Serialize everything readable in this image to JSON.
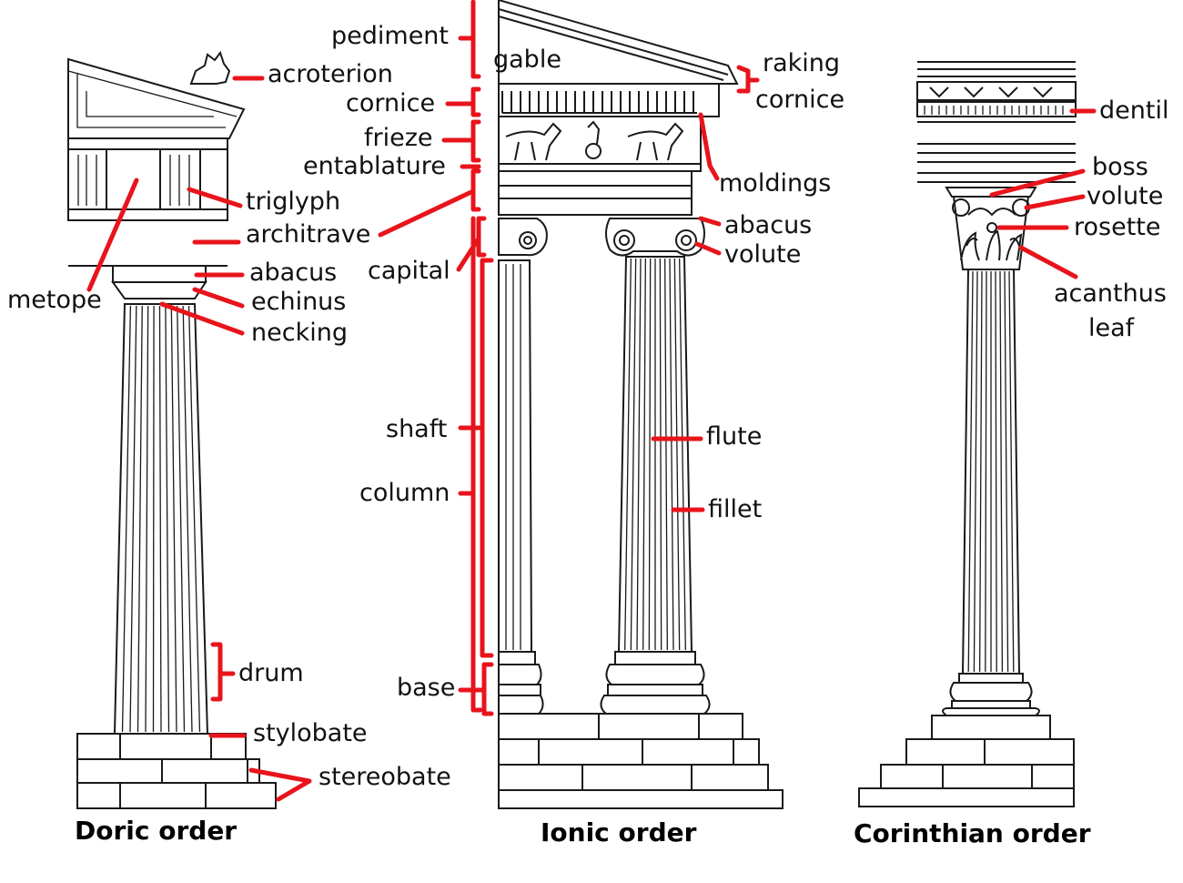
{
  "colors": {
    "leader": "#e8141c",
    "ink": "#1a1a1a",
    "background": "#ffffff"
  },
  "titles": {
    "doric": "Doric order",
    "ionic": "Ionic order",
    "corinthian": "Corinthian order"
  },
  "doric_labels": {
    "acroterion": "acroterion",
    "triglyph": "triglyph",
    "architrave": "architrave",
    "metope": "metope",
    "abacus": "abacus",
    "echinus": "echinus",
    "necking": "necking",
    "drum": "drum",
    "stylobate": "stylobate",
    "stereobate": "stereobate"
  },
  "ionic_labels": {
    "pediment": "pediment",
    "gable": "gable",
    "raking": "raking",
    "cornice_raking": "cornice",
    "cornice": "cornice",
    "frieze": "frieze",
    "entablature": "entablature",
    "moldings": "moldings",
    "abacus": "abacus",
    "volute": "volute",
    "capital": "capital",
    "shaft": "shaft",
    "column": "column",
    "flute": "flute",
    "fillet": "fillet",
    "base": "base"
  },
  "corinthian_labels": {
    "dentil": "dentil",
    "boss": "boss",
    "volute": "volute",
    "rosette": "rosette",
    "acanthus": "acanthus",
    "leaf": "leaf"
  }
}
